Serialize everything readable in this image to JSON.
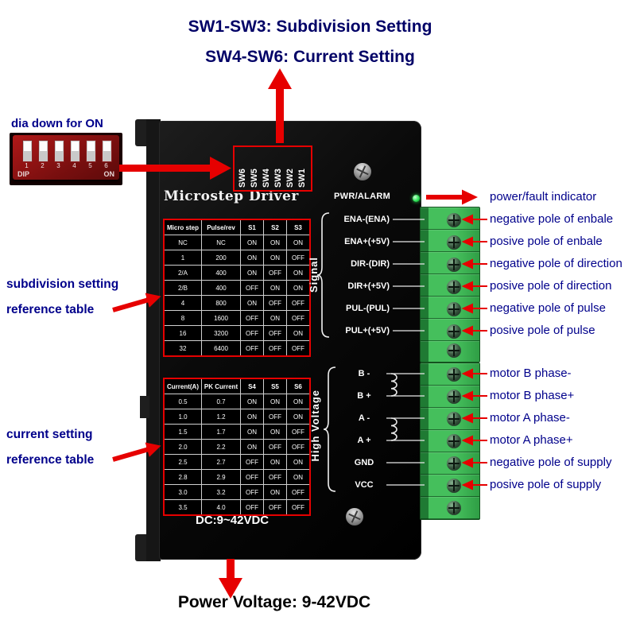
{
  "header": {
    "title_line1": "SW1-SW3: Subdivision Setting",
    "title_line2": "SW4-SW6: Current Setting"
  },
  "footer": {
    "power_voltage": "Power Voltage: 9-42VDC"
  },
  "dip_module": {
    "note": "dia down for ON",
    "dip_label": "DIP",
    "on_label": "ON",
    "numbers": [
      "1",
      "2",
      "3",
      "4",
      "5",
      "6"
    ]
  },
  "driver": {
    "brand": "Microstep Driver",
    "sw_labels": [
      "SW6",
      "SW5",
      "SW4",
      "SW3",
      "SW2",
      "SW1"
    ],
    "power_indicator": "PWR/ALARM",
    "dc_rating": "DC:9~42VDC",
    "signal_group": {
      "label": "Signal",
      "pins": [
        "ENA-(ENA)",
        "ENA+(+5V)",
        "DIR-(DIR)",
        "DIR+(+5V)",
        "PUL-(PUL)",
        "PUL+(+5V)"
      ]
    },
    "high_voltage_group": {
      "label": "High Voltage",
      "pins": [
        "B -",
        "B +",
        "A -",
        "A +",
        "GND",
        "VCC"
      ]
    }
  },
  "subdivision_table": {
    "headers": [
      "Micro step",
      "Pulse/rev",
      "S1",
      "S2",
      "S3"
    ],
    "rows": [
      [
        "NC",
        "NC",
        "ON",
        "ON",
        "ON"
      ],
      [
        "1",
        "200",
        "ON",
        "ON",
        "OFF"
      ],
      [
        "2/A",
        "400",
        "ON",
        "OFF",
        "ON"
      ],
      [
        "2/B",
        "400",
        "OFF",
        "ON",
        "ON"
      ],
      [
        "4",
        "800",
        "ON",
        "OFF",
        "OFF"
      ],
      [
        "8",
        "1600",
        "OFF",
        "ON",
        "OFF"
      ],
      [
        "16",
        "3200",
        "OFF",
        "OFF",
        "ON"
      ],
      [
        "32",
        "6400",
        "OFF",
        "OFF",
        "OFF"
      ]
    ]
  },
  "current_table": {
    "headers": [
      "Current(A)",
      "PK Current",
      "S4",
      "S5",
      "S6"
    ],
    "rows": [
      [
        "0.5",
        "0.7",
        "ON",
        "ON",
        "ON"
      ],
      [
        "1.0",
        "1.2",
        "ON",
        "OFF",
        "ON"
      ],
      [
        "1.5",
        "1.7",
        "ON",
        "ON",
        "OFF"
      ],
      [
        "2.0",
        "2.2",
        "ON",
        "OFF",
        "OFF"
      ],
      [
        "2.5",
        "2.7",
        "OFF",
        "ON",
        "ON"
      ],
      [
        "2.8",
        "2.9",
        "OFF",
        "OFF",
        "ON"
      ],
      [
        "3.0",
        "3.2",
        "OFF",
        "ON",
        "OFF"
      ],
      [
        "3.5",
        "4.0",
        "OFF",
        "OFF",
        "OFF"
      ]
    ]
  },
  "left_annotations": {
    "subdivision": [
      "subdivision setting",
      "reference table"
    ],
    "current": [
      "current setting",
      "reference table"
    ]
  },
  "right_annotations": [
    "power/fault indicator",
    "negative pole of enbale",
    "posive pole of enbale",
    "negative pole of direction",
    "posive pole of direction",
    "negative pole of pulse",
    "posive pole of pulse",
    "motor B phase-",
    "motor B phase+",
    "motor A phase-",
    "motor A phase+",
    "negative pole of supply",
    "posive pole of supply"
  ],
  "colors": {
    "accent_red": "#e60000",
    "annotation_blue": "#00008B",
    "terminal_green": "#3fae53",
    "led_green": "#2ee256",
    "body_black": "#0a0a0a"
  }
}
